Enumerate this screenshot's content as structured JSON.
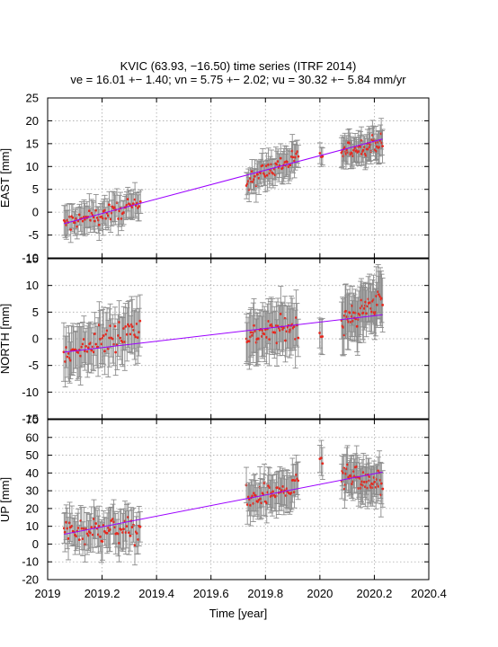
{
  "title": {
    "line1": "KVIC (63.93, −16.50) time series (ITRF 2014)",
    "line2": "ve = 16.01 +− 1.40; vn = 5.75 +− 2.02; vu = 30.32 +− 5.84 mm/yr"
  },
  "xlabel": "Time [year]",
  "colors": {
    "points": "#e8281e",
    "errorbars": "#8c8c8c",
    "trend": "#9b00ff",
    "grid": "#aaaaaa"
  },
  "chart_data": [
    {
      "type": "scatter",
      "name": "EAST",
      "ylabel": "EAST [mm]",
      "xlim": [
        2019,
        2020.4
      ],
      "ylim": [
        -10,
        25
      ],
      "yticks": [
        -10,
        -5,
        0,
        5,
        10,
        15,
        20,
        25
      ],
      "xticks": [
        2019,
        2019.2,
        2019.4,
        2019.6,
        2019.8,
        2020,
        2020.2,
        2020.4
      ],
      "xtick_labels": [
        "",
        "",
        "",
        "",
        "",
        "",
        "",
        ""
      ],
      "trend": {
        "x": [
          2019.06,
          2020.23
        ],
        "y": [
          -2.5,
          16.0
        ]
      },
      "segments": [
        {
          "x0": 2019.06,
          "x1": 2019.34,
          "y0": -2.6,
          "y1": 1.5,
          "noise": 1.6,
          "err": 3.0,
          "n": 70
        },
        {
          "x0": 2019.73,
          "x1": 2019.92,
          "y0": 7.0,
          "y1": 12.0,
          "noise": 1.8,
          "err": 3.0,
          "n": 55
        },
        {
          "x0": 2020.0,
          "x1": 2020.01,
          "y0": 12.5,
          "y1": 12.5,
          "noise": 0.6,
          "err": 2.0,
          "n": 3
        },
        {
          "x0": 2020.08,
          "x1": 2020.23,
          "y0": 13.0,
          "y1": 15.5,
          "noise": 1.6,
          "err": 3.0,
          "n": 55
        }
      ]
    },
    {
      "type": "scatter",
      "name": "NORTH",
      "ylabel": "NORTH [mm]",
      "xlim": [
        2019,
        2020.4
      ],
      "ylim": [
        -15,
        15
      ],
      "yticks": [
        -15,
        -10,
        -5,
        0,
        5,
        10,
        15
      ],
      "xticks": [
        2019,
        2019.2,
        2019.4,
        2019.6,
        2019.8,
        2020,
        2020.2,
        2020.4
      ],
      "xtick_labels": [
        "",
        "",
        "",
        "",
        "",
        "",
        "",
        ""
      ],
      "trend": {
        "x": [
          2019.06,
          2020.23
        ],
        "y": [
          -2.5,
          4.5
        ]
      },
      "segments": [
        {
          "x0": 2019.06,
          "x1": 2019.34,
          "y0": -3.5,
          "y1": 2.5,
          "noise": 2.2,
          "err": 4.5,
          "n": 70
        },
        {
          "x0": 2019.73,
          "x1": 2019.92,
          "y0": 0.5,
          "y1": 2.5,
          "noise": 2.0,
          "err": 4.5,
          "n": 55
        },
        {
          "x0": 2020.0,
          "x1": 2020.01,
          "y0": 0.5,
          "y1": 0.5,
          "noise": 1.0,
          "err": 3.0,
          "n": 3
        },
        {
          "x0": 2020.08,
          "x1": 2020.23,
          "y0": 3.0,
          "y1": 7.5,
          "noise": 2.0,
          "err": 4.5,
          "n": 55
        }
      ]
    },
    {
      "type": "scatter",
      "name": "UP",
      "ylabel": "UP [mm]",
      "xlim": [
        2019,
        2020.4
      ],
      "ylim": [
        -20,
        70
      ],
      "yticks": [
        -20,
        -10,
        0,
        10,
        20,
        30,
        40,
        50,
        60,
        70
      ],
      "xticks": [
        2019,
        2019.2,
        2019.4,
        2019.6,
        2019.8,
        2020,
        2020.2,
        2020.4
      ],
      "xtick_labels": [
        "2019",
        "2019.2",
        "2019.4",
        "2019.6",
        "2019.8",
        "2020",
        "2020.2",
        "2020.4"
      ],
      "trend": {
        "x": [
          2019.06,
          2020.23
        ],
        "y": [
          5.5,
          40.5
        ]
      },
      "segments": [
        {
          "x0": 2019.06,
          "x1": 2019.34,
          "y0": 8.0,
          "y1": 8.0,
          "noise": 6.0,
          "err": 10.0,
          "n": 70
        },
        {
          "x0": 2019.73,
          "x1": 2019.92,
          "y0": 25.0,
          "y1": 32.0,
          "noise": 5.5,
          "err": 10.0,
          "n": 55
        },
        {
          "x0": 2020.0,
          "x1": 2020.01,
          "y0": 47.0,
          "y1": 47.0,
          "noise": 3.0,
          "err": 8.0,
          "n": 3
        },
        {
          "x0": 2020.08,
          "x1": 2020.23,
          "y0": 38.0,
          "y1": 33.0,
          "noise": 6.0,
          "err": 10.0,
          "n": 55
        }
      ]
    }
  ]
}
